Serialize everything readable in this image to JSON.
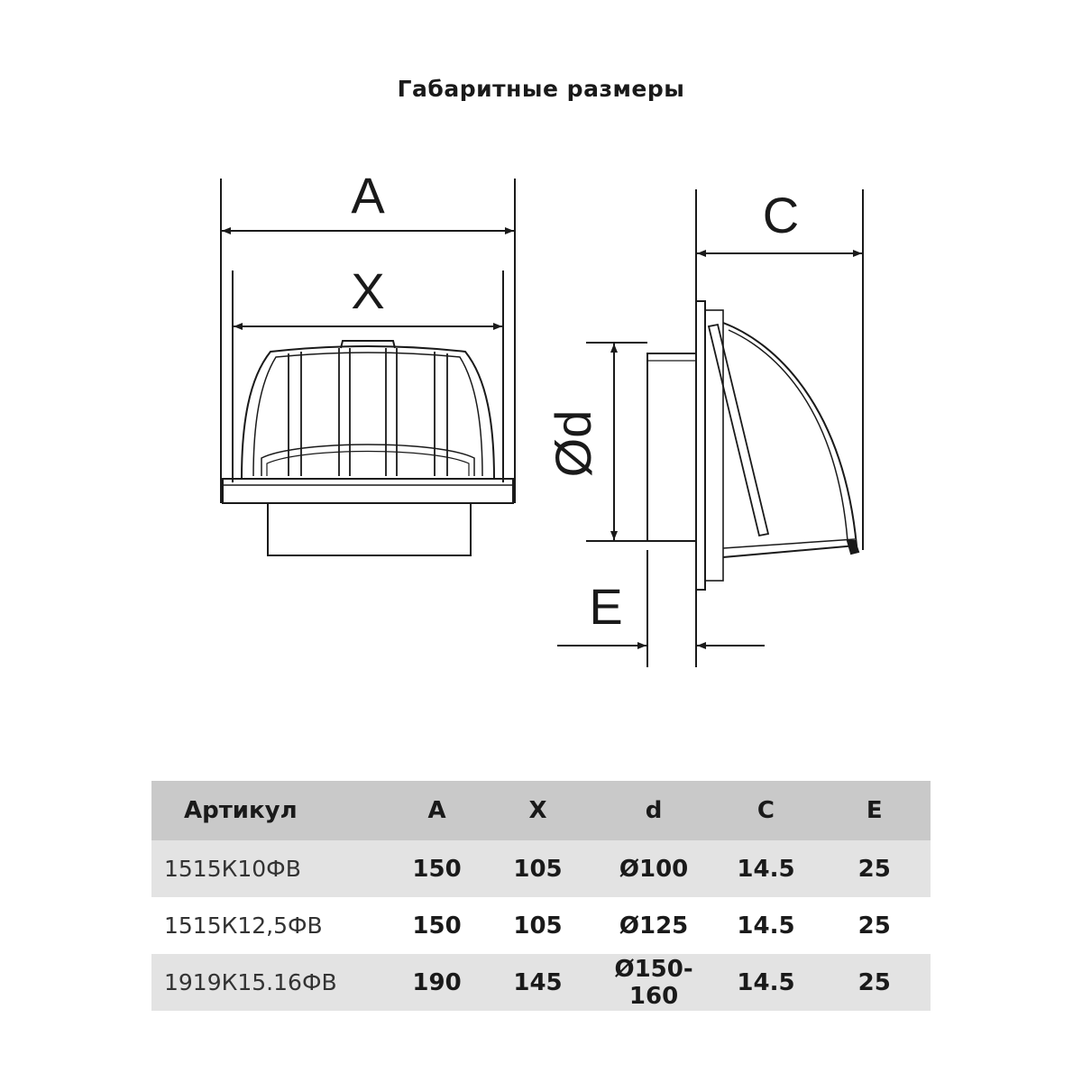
{
  "title": "Габаритные размеры",
  "labels": {
    "a": "A",
    "x": "X",
    "c": "C",
    "d": "Ød",
    "e": "E"
  },
  "table": {
    "headers": [
      "Артикул",
      "A",
      "X",
      "d",
      "C",
      "E"
    ],
    "rows": [
      [
        "1515К10ФВ",
        "150",
        "105",
        "Ø100",
        "14.5",
        "25"
      ],
      [
        "1515К12,5ФВ",
        "150",
        "105",
        "Ø125",
        "14.5",
        "25"
      ],
      [
        "1919К15.16ФВ",
        "190",
        "145",
        "Ø150-160",
        "14.5",
        "25"
      ]
    ]
  }
}
